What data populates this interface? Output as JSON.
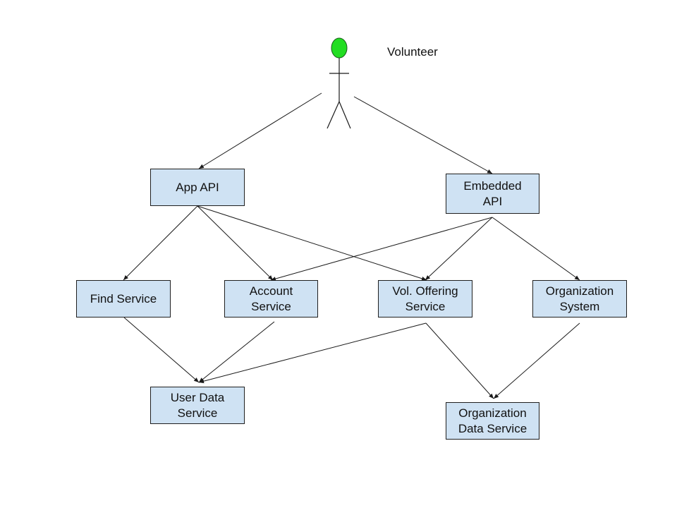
{
  "colors": {
    "node_fill": "#cfe2f3",
    "node_border": "#1f1f1f",
    "edge": "#1a1a1a",
    "actor_head": "#22dd22",
    "actor_head_stroke": "#1a5c1a"
  },
  "actor": {
    "label": "Volunteer",
    "icon": "stick-figure-icon"
  },
  "nodes": {
    "app_api": {
      "label": "App API"
    },
    "embedded_api": {
      "label": "Embedded\nAPI"
    },
    "find_service": {
      "label": "Find Service"
    },
    "account_service": {
      "label": "Account\nService"
    },
    "vol_offering_service": {
      "label": "Vol. Offering\nService"
    },
    "organization_system": {
      "label": "Organization\nSystem"
    },
    "user_data_service": {
      "label": "User Data\nService"
    },
    "organization_data_service": {
      "label": "Organization\nData Service"
    }
  },
  "edges": [
    {
      "from": "actor",
      "to": "app_api"
    },
    {
      "from": "actor",
      "to": "embedded_api"
    },
    {
      "from": "app_api",
      "to": "find_service"
    },
    {
      "from": "app_api",
      "to": "account_service"
    },
    {
      "from": "app_api",
      "to": "vol_offering_service"
    },
    {
      "from": "embedded_api",
      "to": "account_service"
    },
    {
      "from": "embedded_api",
      "to": "vol_offering_service"
    },
    {
      "from": "embedded_api",
      "to": "organization_system"
    },
    {
      "from": "find_service",
      "to": "user_data_service"
    },
    {
      "from": "account_service",
      "to": "user_data_service"
    },
    {
      "from": "vol_offering_service",
      "to": "user_data_service"
    },
    {
      "from": "vol_offering_service",
      "to": "organization_data_service"
    },
    {
      "from": "organization_system",
      "to": "organization_data_service"
    }
  ]
}
